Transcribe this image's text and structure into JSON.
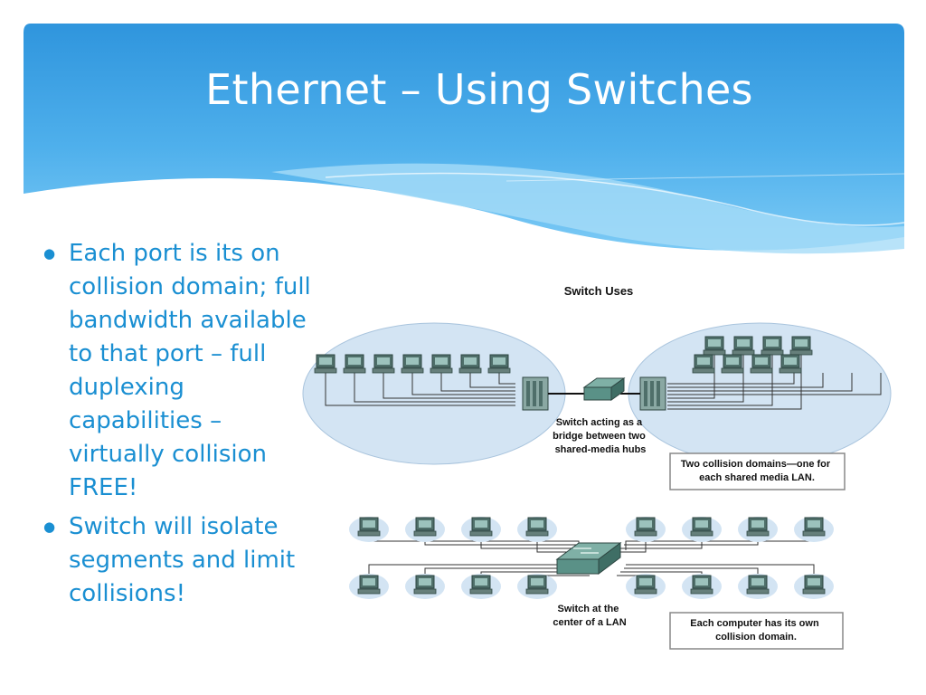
{
  "slide": {
    "title": "Ethernet – Using Switches",
    "bullets": [
      "Each port is its on collision domain; full bandwidth available to that port – full duplexing capabilities – virtually collision FREE!",
      "Switch will isolate segments and limit collisions!"
    ]
  },
  "diagram": {
    "title": "Switch Uses",
    "top_switch_caption": [
      "Switch acting as a",
      "bridge between two",
      "shared-media hubs"
    ],
    "top_callout": [
      "Two collision domains—one for",
      "each shared media LAN."
    ],
    "bottom_switch_caption": [
      "Switch at the",
      "center of a LAN"
    ],
    "bottom_callout": [
      "Each computer has its own",
      "collision domain."
    ]
  },
  "colors": {
    "header_blue": "#2f95dd",
    "header_light": "#7ccaf5",
    "bullet_text": "#1a8fd2",
    "domain_fill": "#d3e4f3",
    "switch_green": "#5a9187"
  }
}
